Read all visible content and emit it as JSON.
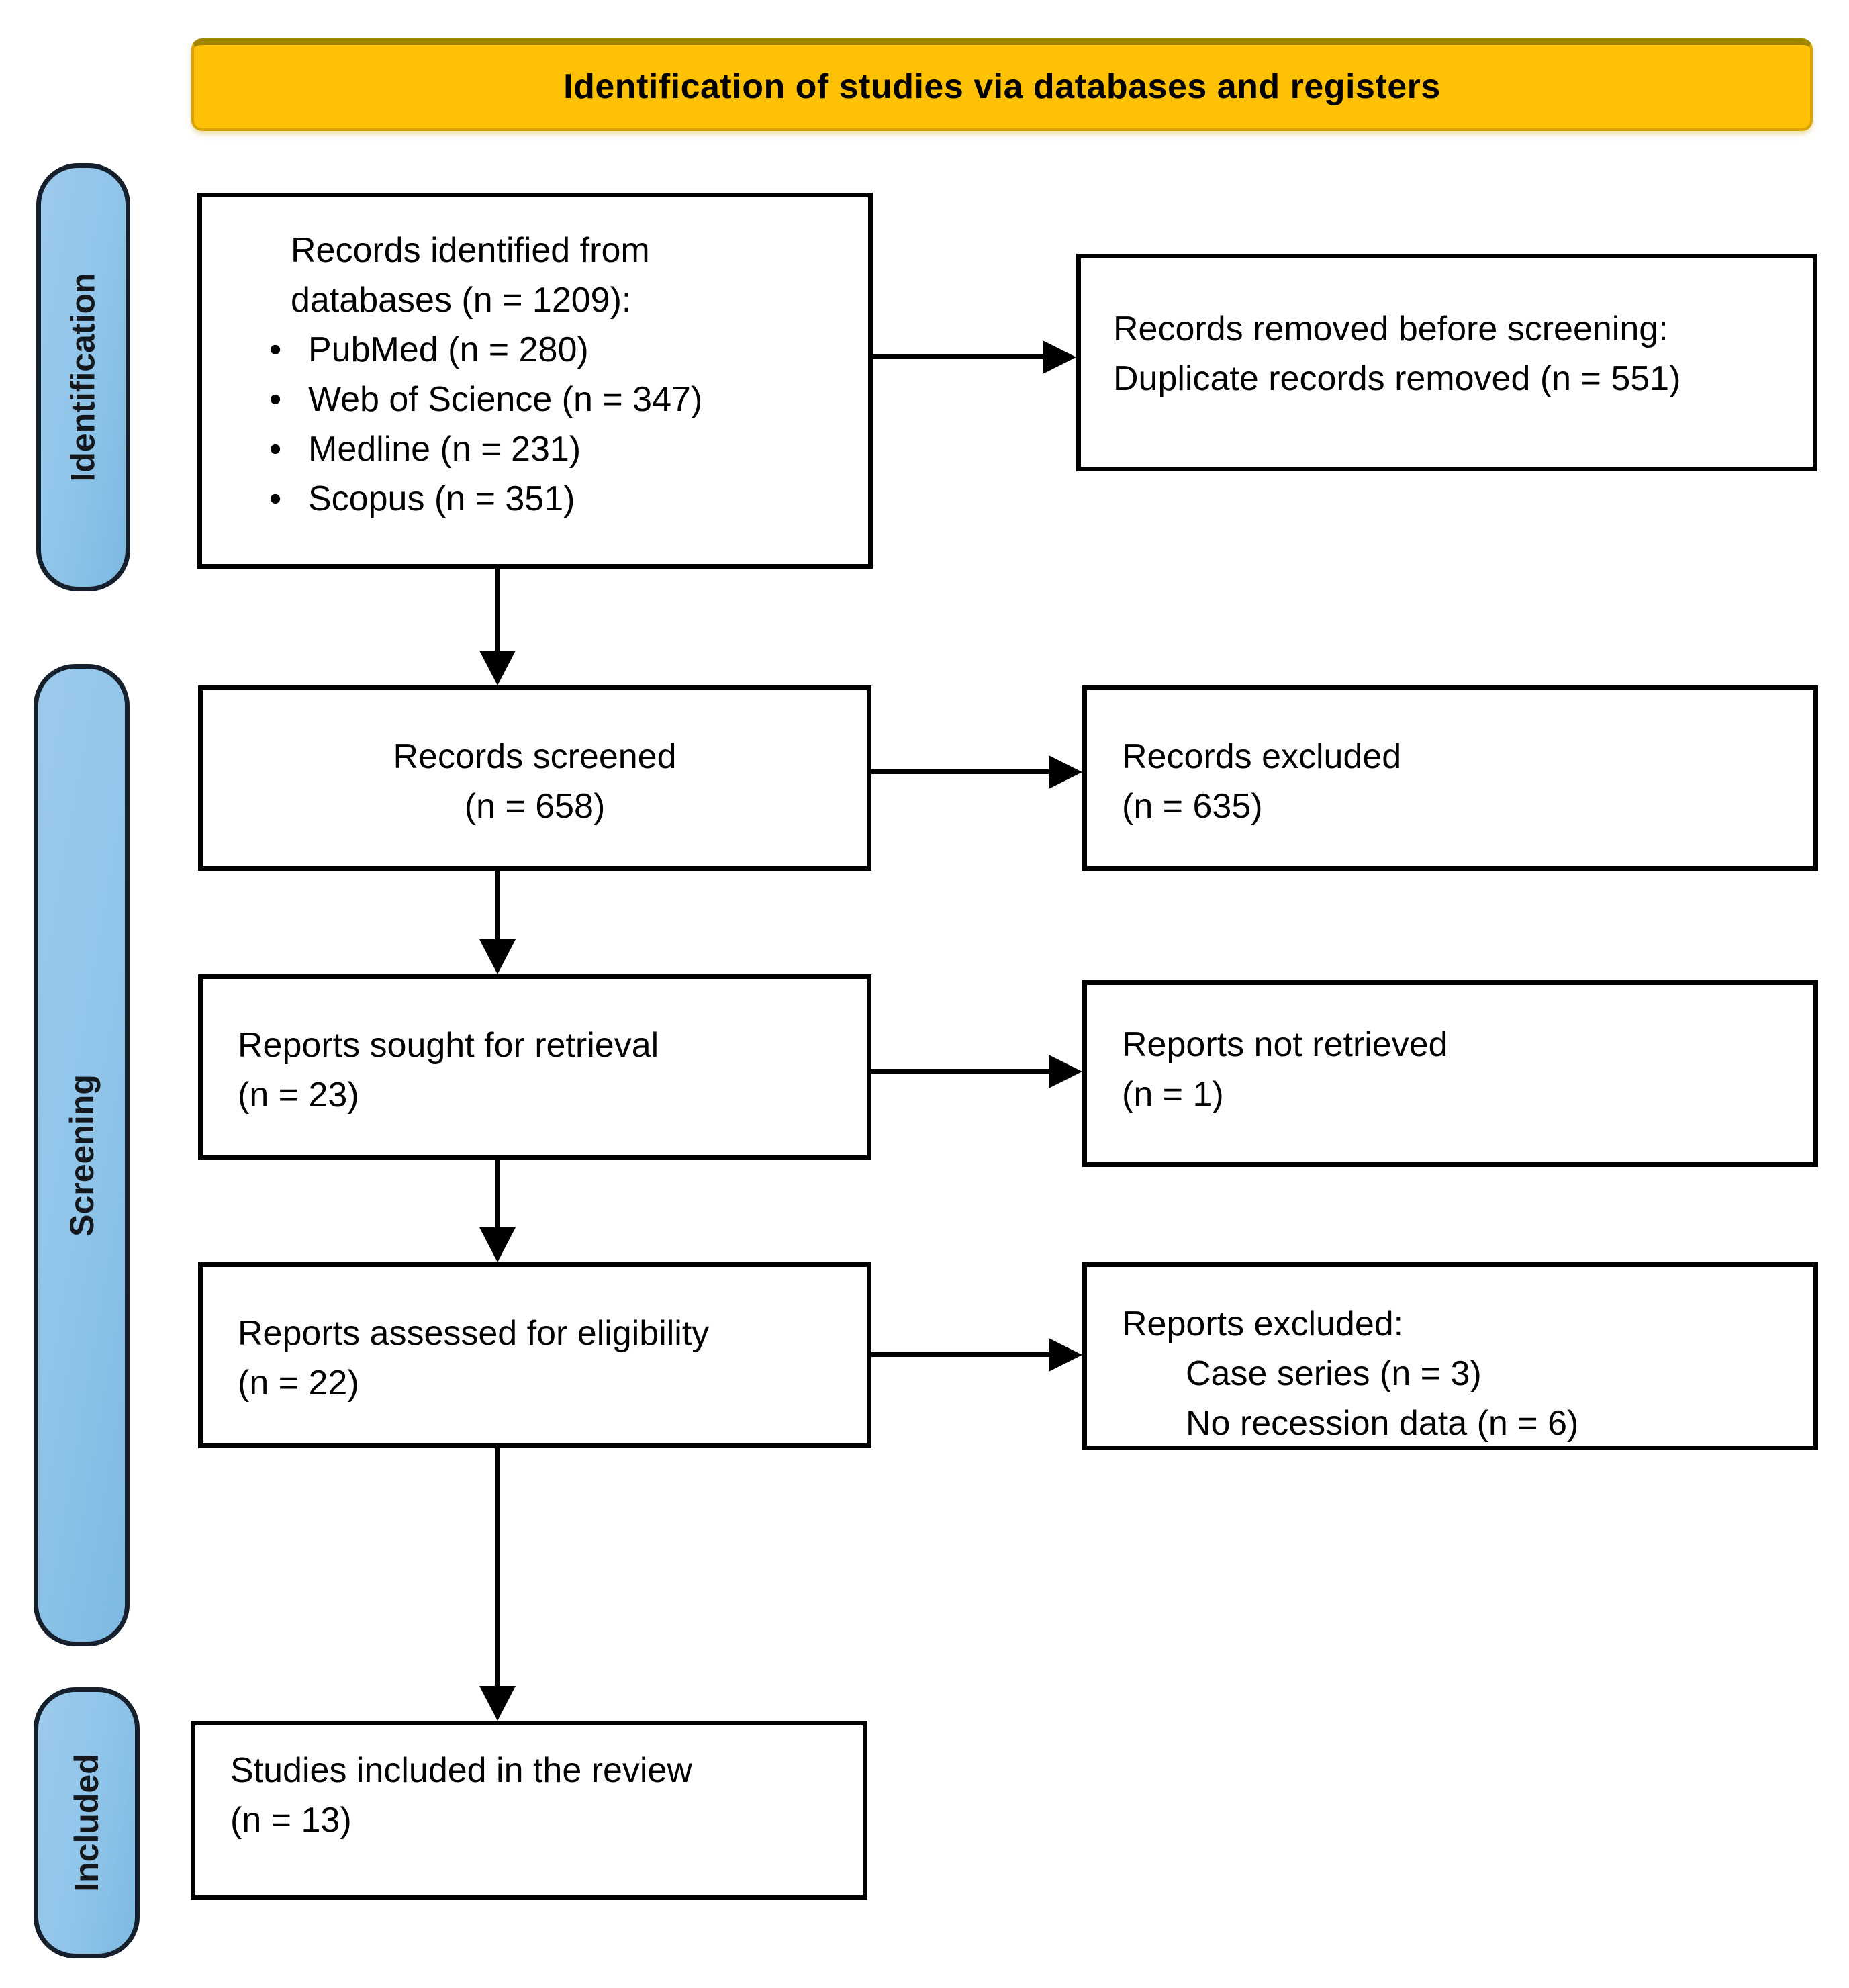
{
  "banner": {
    "title": "Identification of studies via databases and registers"
  },
  "sidebar": {
    "identification_label": "Identification",
    "screening_label": "Screening",
    "included_label": "Included"
  },
  "boxes": {
    "identified": {
      "line1": "Records identified from",
      "line2": "databases (n = 1209):",
      "bullet_char": "•",
      "bullets": [
        "PubMed (n = 280)",
        "Web of Science (n = 347)",
        "Medline (n = 231)",
        "Scopus (n = 351)"
      ]
    },
    "removed": {
      "line1": "Records removed before screening:",
      "line2": "Duplicate records removed (n = 551)"
    },
    "screened": {
      "line1": "Records screened",
      "line2": "(n = 658)"
    },
    "excluded": {
      "line1": "Records excluded",
      "line2": "(n = 635)"
    },
    "sought": {
      "line1": "Reports sought for retrieval",
      "line2": "(n = 23)"
    },
    "not_retrieved": {
      "line1": "Reports not retrieved",
      "line2": "(n = 1)"
    },
    "assessed": {
      "line1": "Reports assessed for eligibility",
      "line2": "(n = 22)"
    },
    "reports_excluded": {
      "line1": "Reports excluded:",
      "reasons": [
        "Case series (n = 3)",
        "No recession data (n = 6)"
      ]
    },
    "included_studies": {
      "line1": "Studies included in the review",
      "line2": "(n = 13)"
    }
  },
  "colors": {
    "banner_fill": "#FEC106",
    "banner_border_top": "#A38505",
    "pill_fill": "#8FC4E9",
    "pill_border": "#16202C",
    "box_border": "#000000",
    "text": "#000000"
  }
}
